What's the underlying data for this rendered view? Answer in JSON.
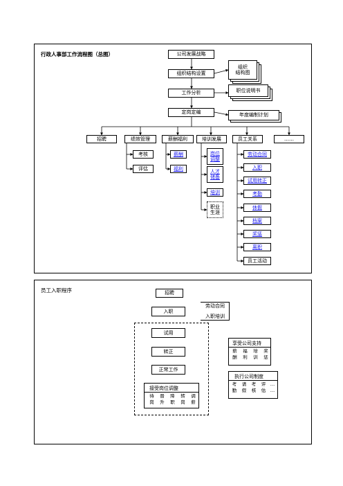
{
  "overview": {
    "title": "行政人事部工作流程图（总图）",
    "strategy": "公司发展战略",
    "org_setup": "组织结构设置",
    "job_analysis": "工作分析",
    "staffing": "定岗定编",
    "org_chart_doc": "组织\n结构图",
    "job_desc_doc": "职位说明书",
    "annual_plan_doc": "年度编制计划",
    "categories": {
      "recruit": "招聘",
      "performance": "绩效管理",
      "compensation": "薪酬福利",
      "training": "培训发展",
      "relations": "员工关系",
      "more": "……"
    },
    "performance_items": [
      "考核",
      "评估"
    ],
    "compensation_items": [
      "薪酬",
      "福利"
    ],
    "training_items": [
      "岗位\n调整",
      "人才\n储备",
      "培训",
      "职业\n生涯"
    ],
    "relations_items": [
      "劳动合同",
      "入职",
      "试用转正",
      "考勤",
      "休假",
      "档案",
      "奖惩",
      "离职",
      "员工活动"
    ]
  },
  "onboarding": {
    "title": "员工入职程序",
    "recruit": "招聘",
    "entry": "入职",
    "entry_docs": [
      "劳动合同",
      "入职培训"
    ],
    "probation": "试用",
    "regular": "转正",
    "normal_work": "正常工作",
    "adjust_title": "接受岗位调整",
    "adjust_items": [
      "待\n岗",
      "晋\n升",
      "降\n职",
      "转\n岗",
      "调\n薪"
    ],
    "support_title": "享受公司支持",
    "support_items": [
      "薪\n酬",
      "福\n利",
      "培\n训",
      "奖\n惩"
    ],
    "policy_title": "执行公司制度",
    "policy_items": [
      "考\n勤",
      "请\n假",
      "考\n核",
      "评\n估",
      "…\n…"
    ]
  }
}
